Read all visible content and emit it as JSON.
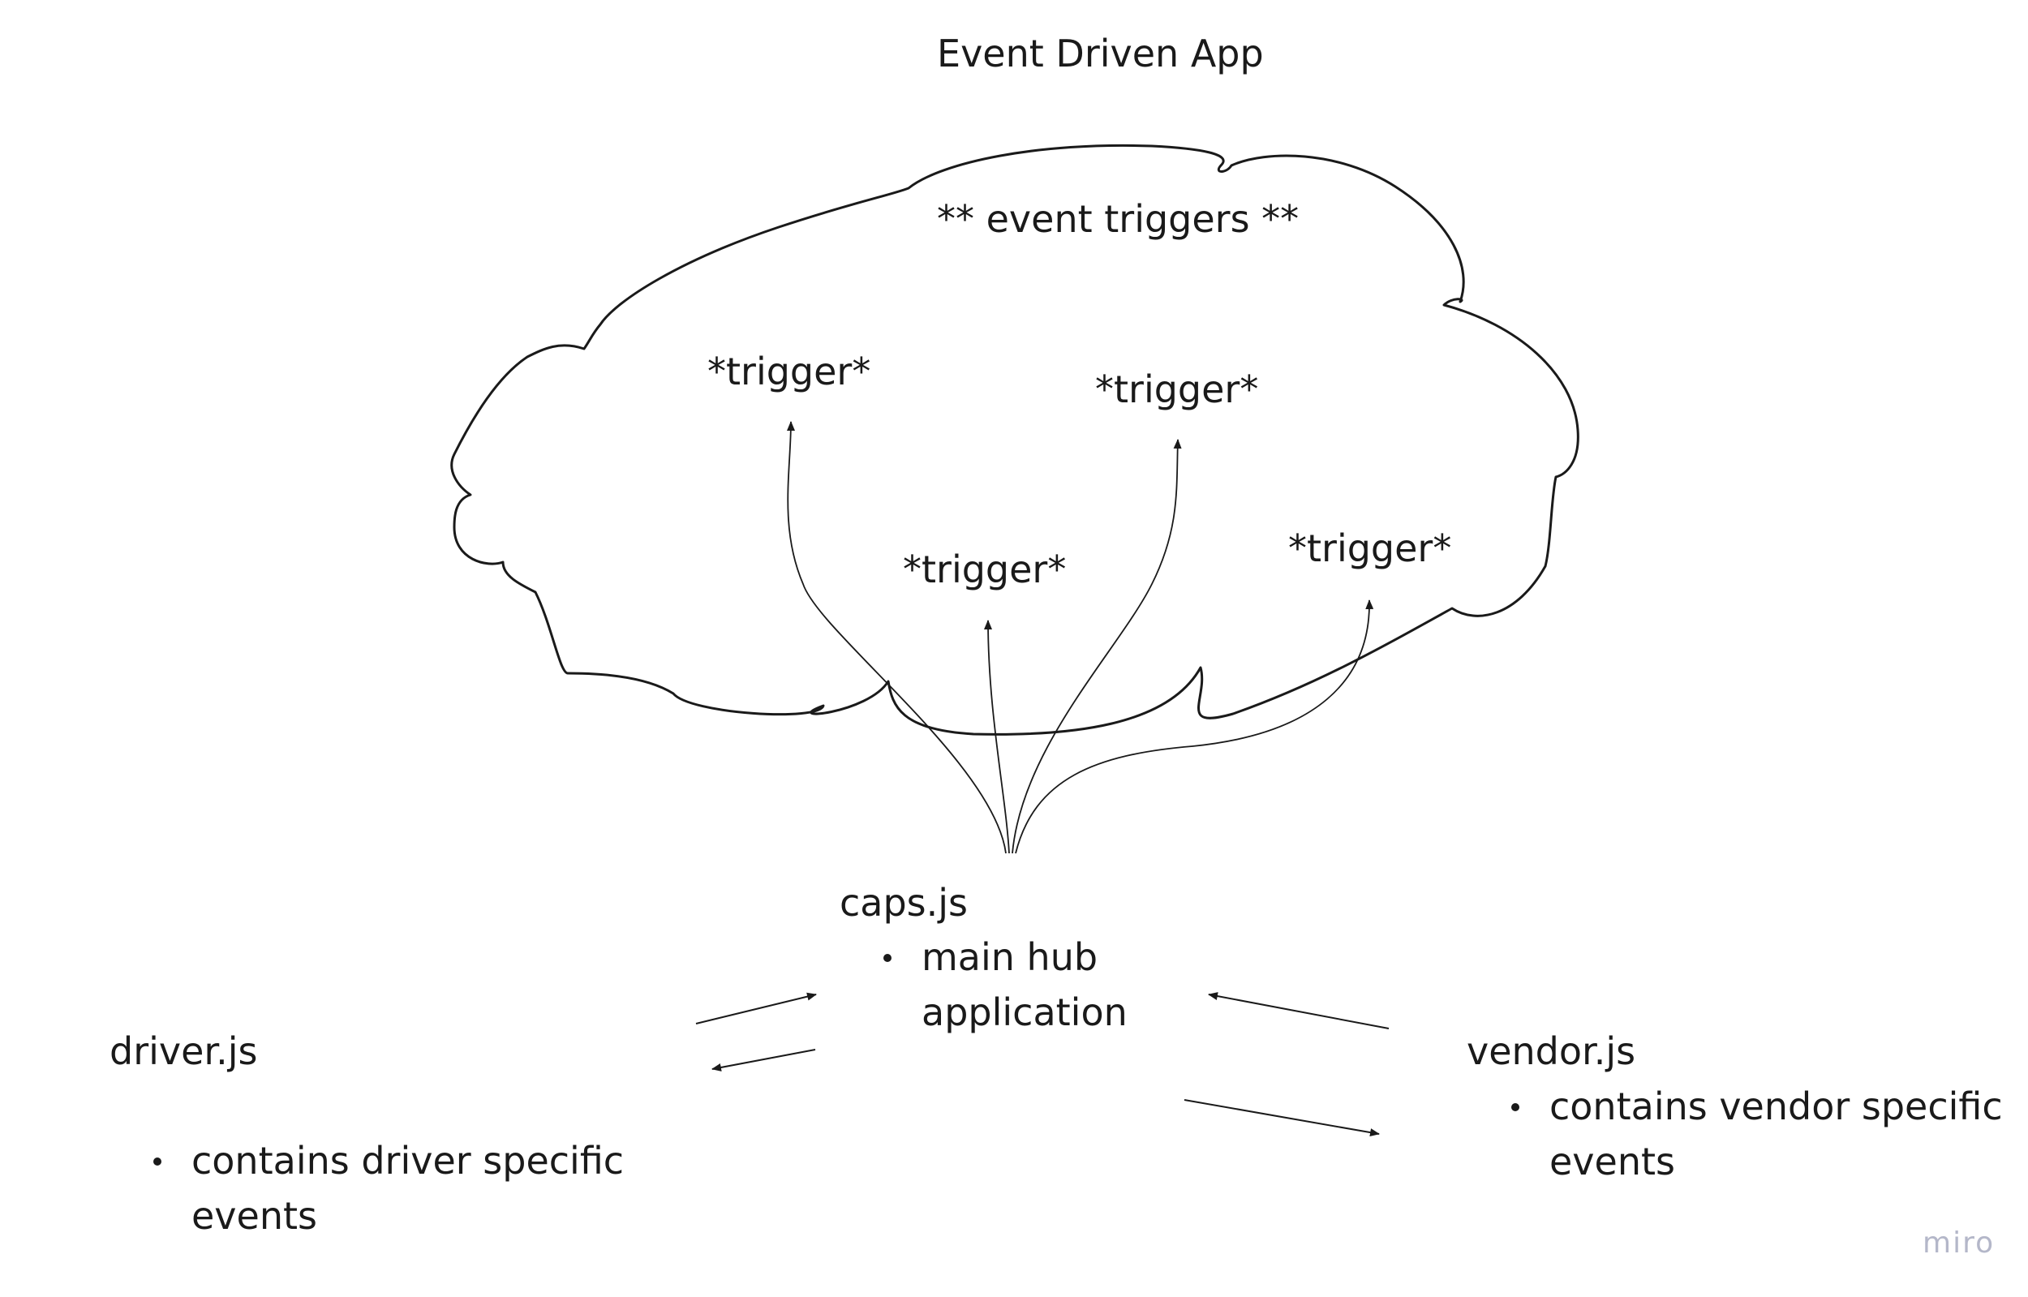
{
  "title": "Event Driven App",
  "cloud": {
    "heading": "** event triggers **",
    "triggers": [
      "*trigger*",
      "*trigger*",
      "*trigger*",
      "*trigger*"
    ]
  },
  "caps": {
    "name": "caps.js",
    "bullets": [
      "main hub",
      "application"
    ]
  },
  "driver": {
    "name": "driver.js",
    "bullets": [
      "contains driver specific",
      "events"
    ]
  },
  "vendor": {
    "name": "vendor.js",
    "bullets": [
      "contains vendor specific",
      "events"
    ]
  },
  "watermark": "miro"
}
